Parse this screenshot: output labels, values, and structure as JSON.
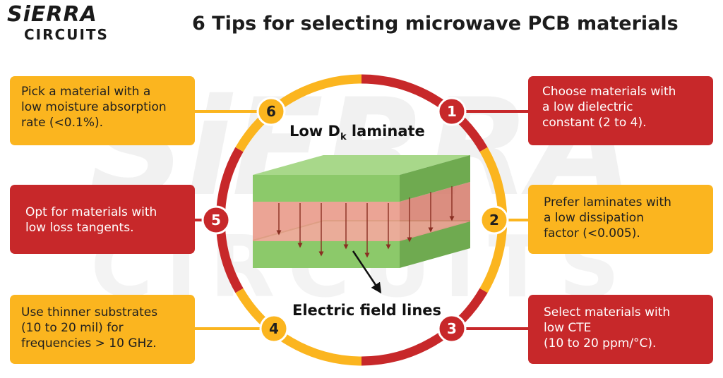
{
  "logo": {
    "line1": "SiERRA",
    "line2": "CIRCUITS"
  },
  "title": "6 Tips for selecting microwave PCB materials",
  "watermark": {
    "line1": "SiERRA",
    "line2": "CIRCUITS"
  },
  "center": {
    "laminate_label": "Low D",
    "laminate_sub": "k",
    "laminate_suffix": " laminate",
    "field_label": "Electric field lines"
  },
  "colors": {
    "red": "#c7282a",
    "yellow": "#fbb51f",
    "green": "#8cc96a",
    "pink": "#e89483"
  },
  "tips": [
    {
      "number": "1",
      "color": "red",
      "lines": [
        "Choose materials with",
        "a low dielectric",
        "constant (2 to 4)."
      ]
    },
    {
      "number": "2",
      "color": "yellow",
      "lines": [
        "Prefer laminates with",
        "a low dissipation",
        "factor (<0.005)."
      ]
    },
    {
      "number": "3",
      "color": "red",
      "lines": [
        "Select materials with",
        "low CTE",
        "(10 to 20 ppm/°C)."
      ]
    },
    {
      "number": "4",
      "color": "yellow",
      "lines": [
        "Use thinner substrates",
        "(10 to 20 mil) for",
        "frequencies > 10 GHz."
      ]
    },
    {
      "number": "5",
      "color": "red",
      "lines": [
        "Opt for materials with",
        "low loss tangents."
      ]
    },
    {
      "number": "6",
      "color": "yellow",
      "lines": [
        "Pick a material with a",
        "low moisture absorption",
        "rate (<0.1%)."
      ]
    }
  ]
}
